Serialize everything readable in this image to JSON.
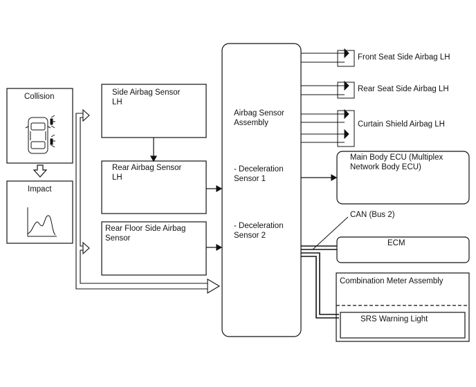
{
  "collision": {
    "label": "Collision"
  },
  "impact": {
    "label": "Impact"
  },
  "side_airbag_sensor": {
    "line1": "Side Airbag Sensor",
    "line2": "LH"
  },
  "rear_airbag_sensor": {
    "line1": "Rear Airbag Sensor",
    "line2": "LH"
  },
  "rear_floor_sensor": {
    "line1": "Rear Floor Side Airbag",
    "line2": "Sensor"
  },
  "airbag_assembly": {
    "line1": "Airbag Sensor",
    "line2": "Assembly",
    "decel1_line1": "- Deceleration",
    "decel1_line2": "Sensor 1",
    "decel2_line1": "- Deceleration",
    "decel2_line2": "Sensor 2"
  },
  "outputs": {
    "front_seat": "Front Seat Side Airbag LH",
    "rear_seat": "Rear Seat Side Airbag LH",
    "curtain": "Curtain Shield Airbag LH"
  },
  "main_body_ecu": {
    "line1": "Main Body ECU (Multiplex",
    "line2": "Network Body ECU)"
  },
  "can_label": "CAN (Bus 2)",
  "ecm": {
    "label": "ECM"
  },
  "combination_meter": {
    "label": "Combination Meter Assembly"
  },
  "srs_warning": {
    "label": "SRS Warning Light"
  },
  "colors": {
    "line": "#111111",
    "background": "#ffffff"
  }
}
